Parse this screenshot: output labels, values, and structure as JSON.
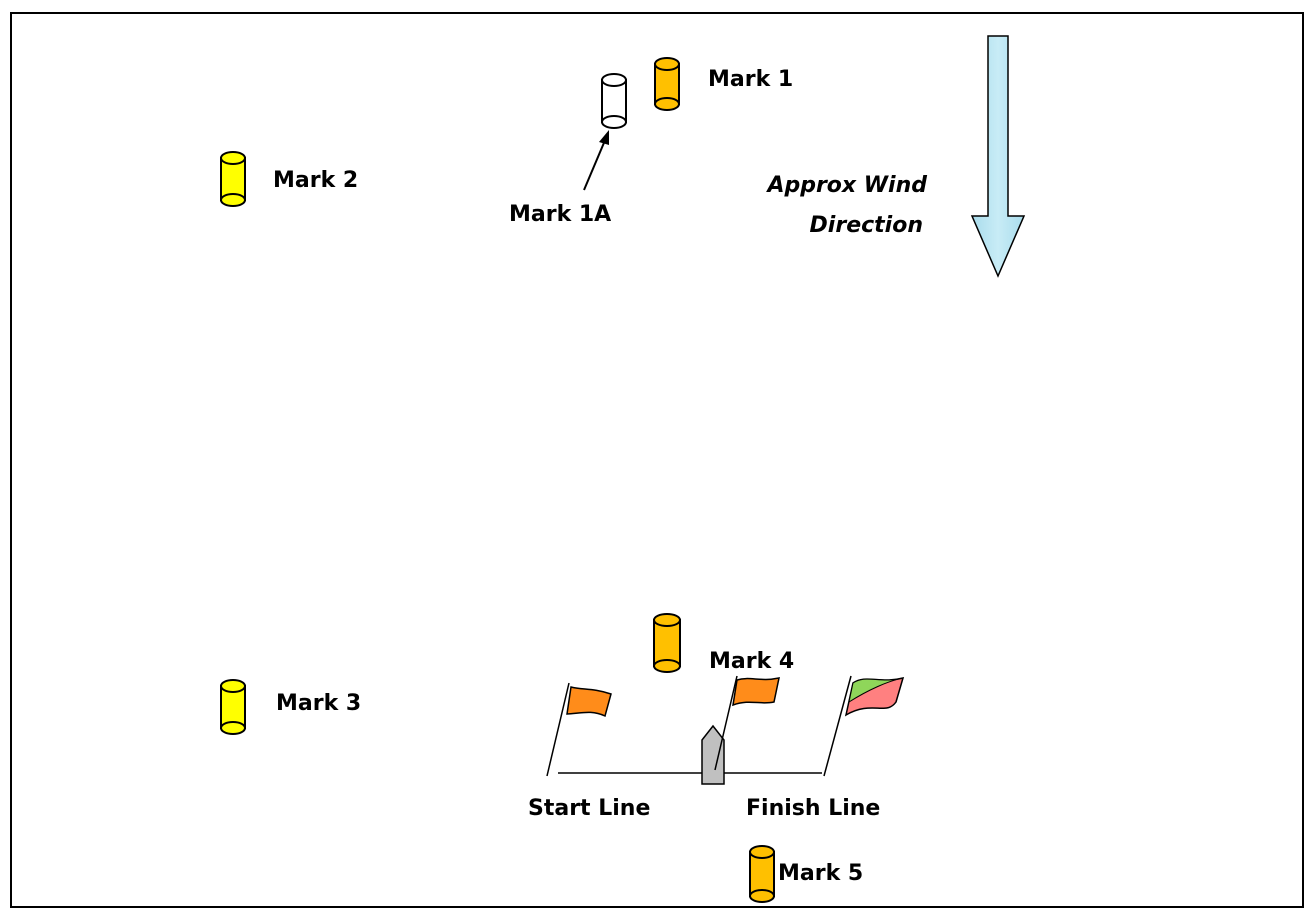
{
  "labels": {
    "mark1": "Mark 1",
    "mark1a": "Mark 1A",
    "mark2": "Mark 2",
    "mark3": "Mark 3",
    "mark4": "Mark 4",
    "mark5": "Mark 5",
    "wind_line1": "Approx Wind",
    "wind_line2": "Direction",
    "start_line": "Start Line",
    "finish_line": "Finish Line"
  },
  "colors": {
    "yellow_mark": "#ffff00",
    "orange_mark": "#ffc000",
    "white_mark": "#ffffff",
    "orange_flag": "#ff8c1a",
    "finish_flag_green": "#8fd65a",
    "finish_flag_red": "#ff8080",
    "wind_arrow": "#b7e4f0",
    "committee_boat": "#c0c0c0"
  }
}
